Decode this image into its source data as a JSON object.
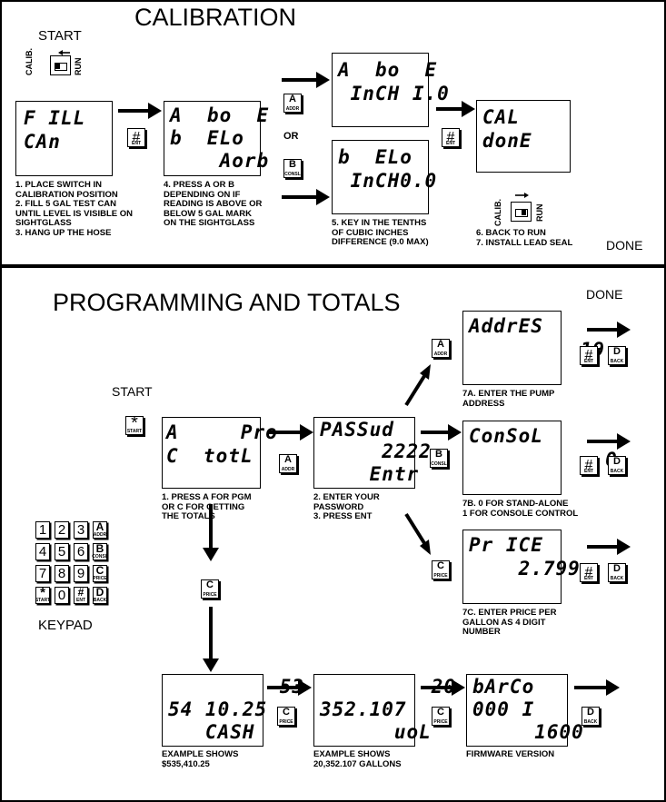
{
  "calibration": {
    "title": "CALIBRATION",
    "start_label": "START",
    "switch_calib_top": "CALIB.",
    "switch_run_top": "RUN",
    "switch_calib_bottom": "CALIB.",
    "switch_run_bottom": "RUN",
    "or_label": "OR",
    "done_label": "DONE",
    "lcd_fill": [
      "F ILL",
      "CAn"
    ],
    "lcd_above_below": [
      "A  bo  E",
      "b  ELo",
      "    Aorb"
    ],
    "lcd_above_inch": [
      "A  bo  E",
      " InCH I.0"
    ],
    "lcd_below_inch": [
      "b  ELo",
      " InCH0.0"
    ],
    "lcd_cal_done": [
      "CAL",
      "donE"
    ],
    "step1": [
      "1. PLACE SWITCH IN",
      "CALIBRATION POSITION",
      "2. FILL 5 GAL TEST CAN",
      "UNTIL LEVEL IS VISIBLE ON",
      "SIGHTGLASS",
      "3. HANG UP THE HOSE"
    ],
    "step4": [
      "4. PRESS A OR B",
      "DEPENDING ON IF",
      "READING IS ABOVE OR",
      "BELOW 5 GAL MARK",
      "ON THE SIGHTGLASS"
    ],
    "step5": [
      "5. KEY IN THE TENTHS",
      "OF CUBIC INCHES",
      "DIFFERENCE (9.0 MAX)"
    ],
    "step6": [
      "6. BACK TO RUN",
      "7. INSTALL LEAD SEAL"
    ]
  },
  "programming": {
    "title": "PROGRAMMING AND TOTALS",
    "start_label": "START",
    "done_label": "DONE",
    "keypad_label": "KEYPAD",
    "lcd_menu": [
      "A     Pro",
      "C  totL"
    ],
    "lcd_password": [
      "PASSud",
      "     2222",
      "    Entr"
    ],
    "lcd_address": [
      "AddrES",
      "         19"
    ],
    "lcd_console": [
      "ConSoL",
      "           0"
    ],
    "lcd_price": [
      "Pr ICE",
      "    2.799"
    ],
    "lcd_cash": [
      "         53",
      "54 10.25",
      "   CASH"
    ],
    "lcd_volume": [
      "         20",
      "352.107",
      "      uoL"
    ],
    "lcd_barcode": [
      "bArCo",
      "000 I",
      "     1600"
    ],
    "step_menu": [
      "1. PRESS A FOR PGM",
      "OR  C FOR GETTING",
      "THE TOTALS"
    ],
    "step_password": [
      "2. ENTER YOUR",
      "PASSWORD",
      "3. PRESS ENT"
    ],
    "step_7a": [
      "7A. ENTER THE PUMP",
      "ADDRESS"
    ],
    "step_7b": [
      "7B. 0 FOR STAND-ALONE",
      "1 FOR CONSOLE CONTROL"
    ],
    "step_7c": [
      "7C. ENTER PRICE PER",
      "GALLON AS 4 DIGIT",
      "NUMBER"
    ],
    "ex_cash": [
      "EXAMPLE SHOWS",
      "$535,410.25"
    ],
    "ex_volume": [
      "EXAMPLE SHOWS",
      "20,352.107 GALLONS"
    ],
    "ex_firmware": [
      "FIRMWARE VERSION"
    ]
  },
  "keys": {
    "A": {
      "sym": "A",
      "sub": "ADDR"
    },
    "B": {
      "sym": "B",
      "sub": "CONSL"
    },
    "C": {
      "sym": "C",
      "sub": "PRICE"
    },
    "D": {
      "sym": "D",
      "sub": "BACK"
    },
    "hash": {
      "sym": "#",
      "sub": "ENT"
    },
    "star": {
      "sym": "*",
      "sub": "START"
    },
    "n1": {
      "sym": "1",
      "sub": ""
    },
    "n2": {
      "sym": "2",
      "sub": ""
    },
    "n3": {
      "sym": "3",
      "sub": ""
    },
    "n4": {
      "sym": "4",
      "sub": ""
    },
    "n5": {
      "sym": "5",
      "sub": ""
    },
    "n6": {
      "sym": "6",
      "sub": ""
    },
    "n7": {
      "sym": "7",
      "sub": ""
    },
    "n8": {
      "sym": "8",
      "sub": ""
    },
    "n9": {
      "sym": "9",
      "sub": ""
    },
    "n0": {
      "sym": "0",
      "sub": ""
    }
  }
}
